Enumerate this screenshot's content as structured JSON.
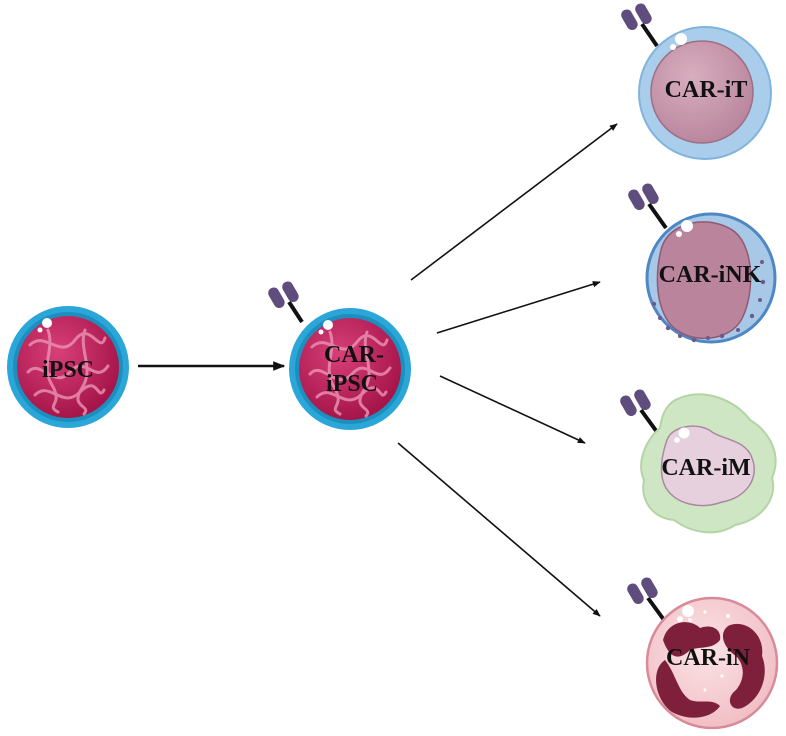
{
  "cells": {
    "ipsc": {
      "label": "iPSC"
    },
    "car_ipsc": {
      "line1": "CAR-",
      "line2": "iPSC"
    },
    "car_it": {
      "label": "CAR-iT"
    },
    "car_ink": {
      "label": "CAR-iNK"
    },
    "car_im": {
      "label": "CAR-iM"
    },
    "car_in": {
      "label": "CAR-iN"
    }
  },
  "colors": {
    "stem_membrane": "#2aa6d8",
    "stem_cytoplasm": "#c8235d",
    "t_membrane": "#a9cdea",
    "t_nucleus": "#c898ad",
    "nk_membrane": "#a8c8e8",
    "nk_nucleus": "#b9849c",
    "m_body": "#cfe6c4",
    "m_nucleus": "#e7d0de",
    "n_body": "#f6d0d4",
    "n_nucleus": "#7e1f3c",
    "receptor": "#5f4d7e",
    "arrow": "#111111"
  }
}
